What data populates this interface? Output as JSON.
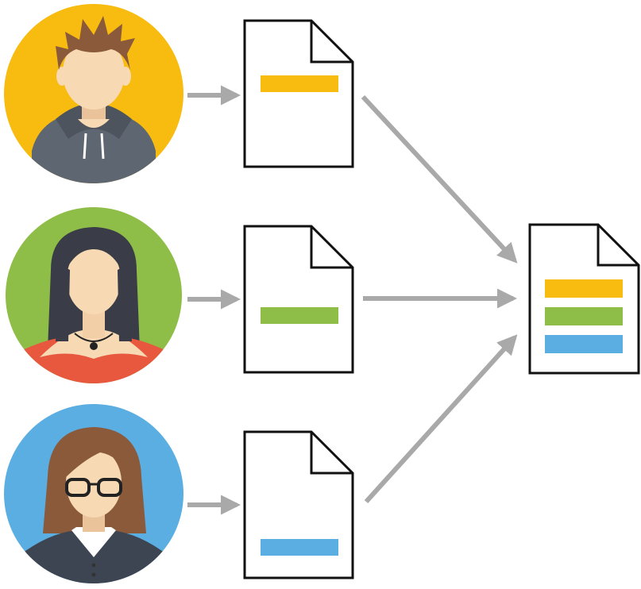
{
  "colors": {
    "background": "#ffffff",
    "arrow": "#a9a9a9",
    "doc_stroke": "#111111",
    "doc_fill": "#ffffff",
    "skin": "#f7d9b3",
    "yellow": "#f8bb0f",
    "green": "#8fbe48",
    "blue": "#5aaee2"
  },
  "contributors": [
    {
      "avatar": "man-hoodie-avatar",
      "circle_color": "#f8bb0f",
      "bar_color": "#f8bb0f"
    },
    {
      "avatar": "woman-long-hair-avatar",
      "circle_color": "#8fbe48",
      "bar_color": "#8fbe48"
    },
    {
      "avatar": "woman-glasses-avatar",
      "circle_color": "#5aaee2",
      "bar_color": "#5aaee2"
    }
  ],
  "merged_document": {
    "bar_colors": [
      "#f8bb0f",
      "#8fbe48",
      "#5aaee2"
    ]
  }
}
